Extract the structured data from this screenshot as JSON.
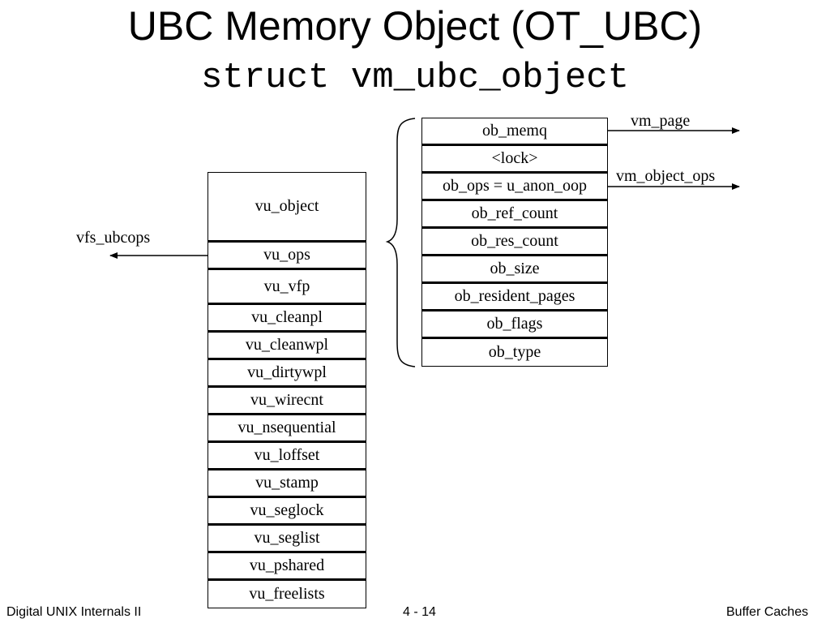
{
  "title": "UBC Memory Object (OT_UBC)",
  "subtitle": "struct vm_ubc_object",
  "vu_fields": [
    "vu_object",
    "vu_ops",
    "vu_vfp",
    "vu_cleanpl",
    "vu_cleanwpl",
    "vu_dirtywpl",
    "vu_wirecnt",
    "vu_nsequential",
    "vu_loffset",
    "vu_stamp",
    "vu_seglock",
    "vu_seglist",
    "vu_pshared",
    "vu_freelists"
  ],
  "ob_fields": [
    "ob_memq",
    "<lock>",
    "ob_ops = u_anon_oop",
    "ob_ref_count",
    "ob_res_count",
    "ob_size",
    "ob_resident_pages",
    "ob_flags",
    "ob_type"
  ],
  "pointers": {
    "vfs_ubcops": "vfs_ubcops",
    "vm_page": "vm_page",
    "vm_object_ops": "vm_object_ops"
  },
  "footer": {
    "left": "Digital UNIX Internals II",
    "center": "4 - 14",
    "right": "Buffer Caches"
  }
}
